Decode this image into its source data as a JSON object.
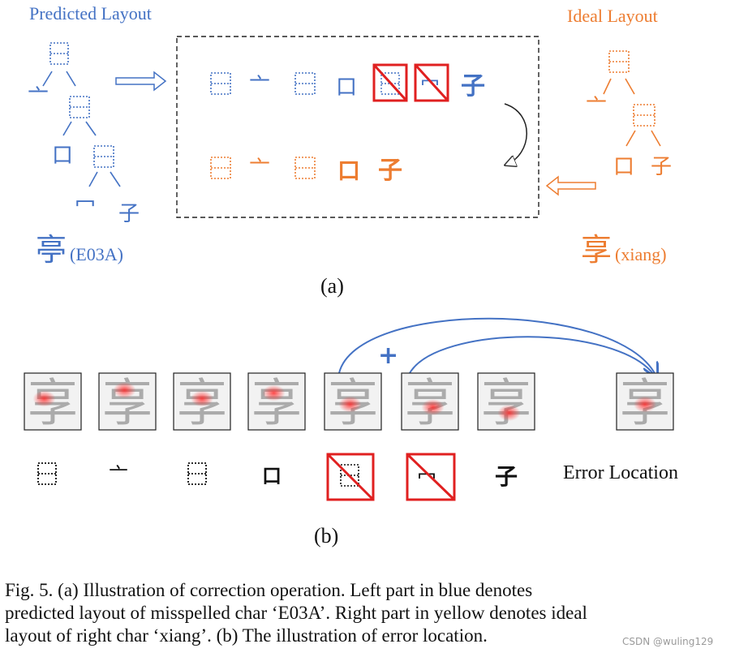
{
  "panel_a": {
    "left_title": "Predicted Layout",
    "right_title": "Ideal Layout",
    "left_char": "亭",
    "left_code": "(E03A)",
    "right_char": "享",
    "right_code": "(xiang)",
    "sequence_top": [
      "⿱",
      "亠",
      "⿱",
      "口",
      "⿱",
      "冖",
      "子"
    ],
    "sequence_bottom": [
      "⿱",
      "亠",
      "⿱",
      "口",
      "子"
    ],
    "label": "(a)",
    "colors": {
      "predicted": "#4472c4",
      "ideal": "#ed7d31",
      "error": "#e02020"
    }
  },
  "panel_b": {
    "thumb_char": "享",
    "plus": "+",
    "sequence": [
      "⿱",
      "亠",
      "⿱",
      "口",
      "⿱",
      "冖",
      "子"
    ],
    "error_location_label": "Error Location",
    "label": "(b)"
  },
  "caption": {
    "line1": "Fig. 5.   (a) Illustration of correction operation. Left part in blue denotes",
    "line2": "predicted layout of misspelled char ‘E03A’. Right part in yellow denotes ideal",
    "line3": "layout of right char ‘xiang’. (b) The illustration of error location."
  },
  "watermark": "CSDN @wuling129"
}
